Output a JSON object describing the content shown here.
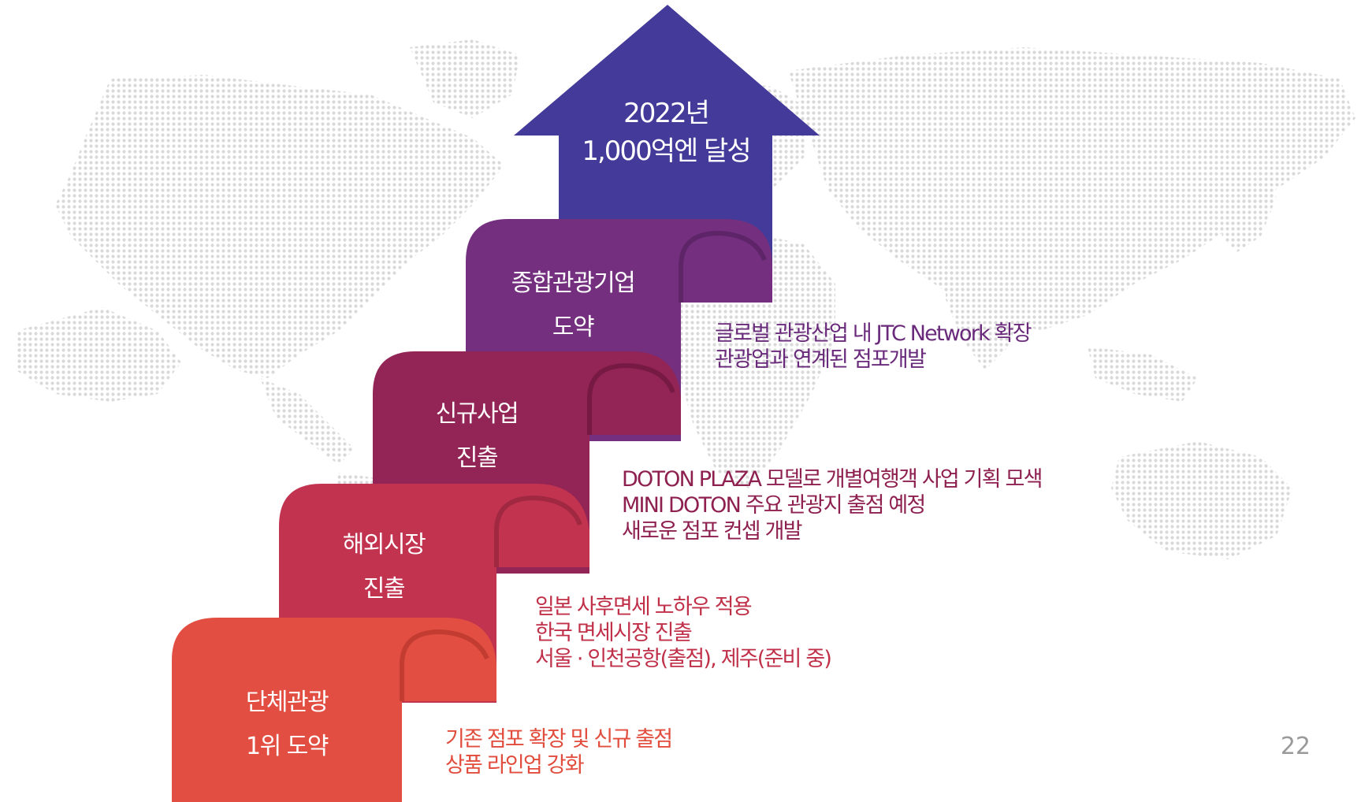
{
  "colors": {
    "arrow": "#443a99",
    "step_1": "#e24e42",
    "step_2": "#c23350",
    "step_3": "#922456",
    "step_4": "#74307f",
    "desc_1": "#e14c3c",
    "desc_2": "#c03049",
    "desc_3": "#8e2050",
    "desc_4": "#6a2a7b",
    "map_dots": "#d8d8d8"
  },
  "goal": {
    "line1": "2022년",
    "line2": "1,000억엔 달성"
  },
  "steps": [
    {
      "title_line1": "단체관광",
      "title_line2": "1위 도약",
      "details": [
        "기존 점포 확장 및 신규 출점",
        "상품 라인업 강화"
      ]
    },
    {
      "title_line1": "해외시장",
      "title_line2": "진출",
      "details": [
        "일본 사후면세 노하우 적용",
        "한국 면세시장 진출",
        "서울 · 인천공항(출점), 제주(준비 중)"
      ]
    },
    {
      "title_line1": "신규사업",
      "title_line2": "진출",
      "details": [
        "DOTON PLAZA 모델로 개별여행객 사업 기획 모색",
        "MINI DOTON 주요 관광지 출점 예정",
        "새로운 점포 컨셉 개발"
      ]
    },
    {
      "title_line1": "종합관광기업",
      "title_line2": "도약",
      "details": [
        "글로벌 관광산업 내 JTC Network 확장",
        "관광업과 연계된 점포개발"
      ]
    }
  ],
  "page_number": "22"
}
